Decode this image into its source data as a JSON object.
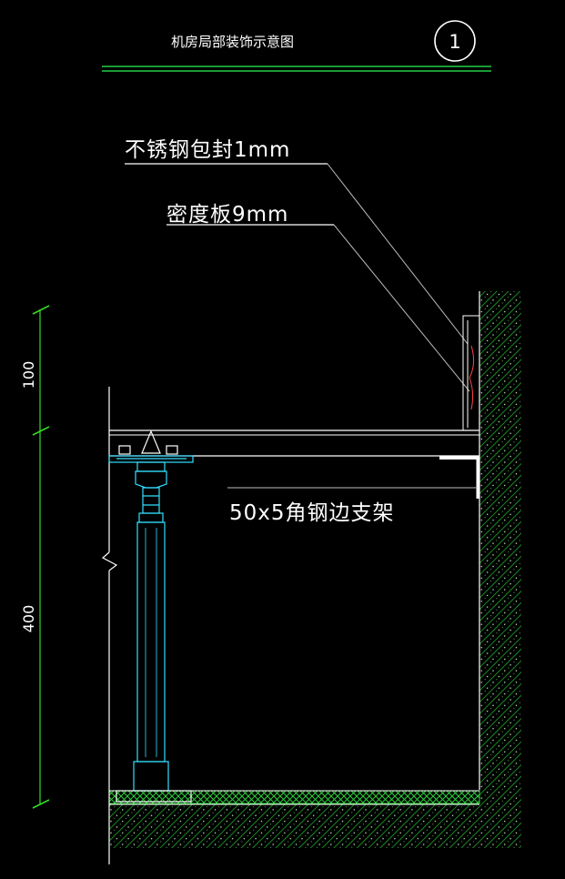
{
  "title": "机房局部装饰示意图",
  "detail_number": "1",
  "annotations": {
    "stainless_cover": "不锈钢包封1mm",
    "density_board": "密度板9mm",
    "angle_steel": "50x5角钢边支架"
  },
  "dimensions": {
    "upper": "100",
    "lower": "400"
  },
  "colors": {
    "background": "#000000",
    "line": "#ffffff",
    "title_underline": "#22cc44",
    "hatch": "#1fa82a",
    "pedestal": "#33e0ff",
    "dimension": "#33dd22",
    "leader": "#bbbbbb"
  }
}
